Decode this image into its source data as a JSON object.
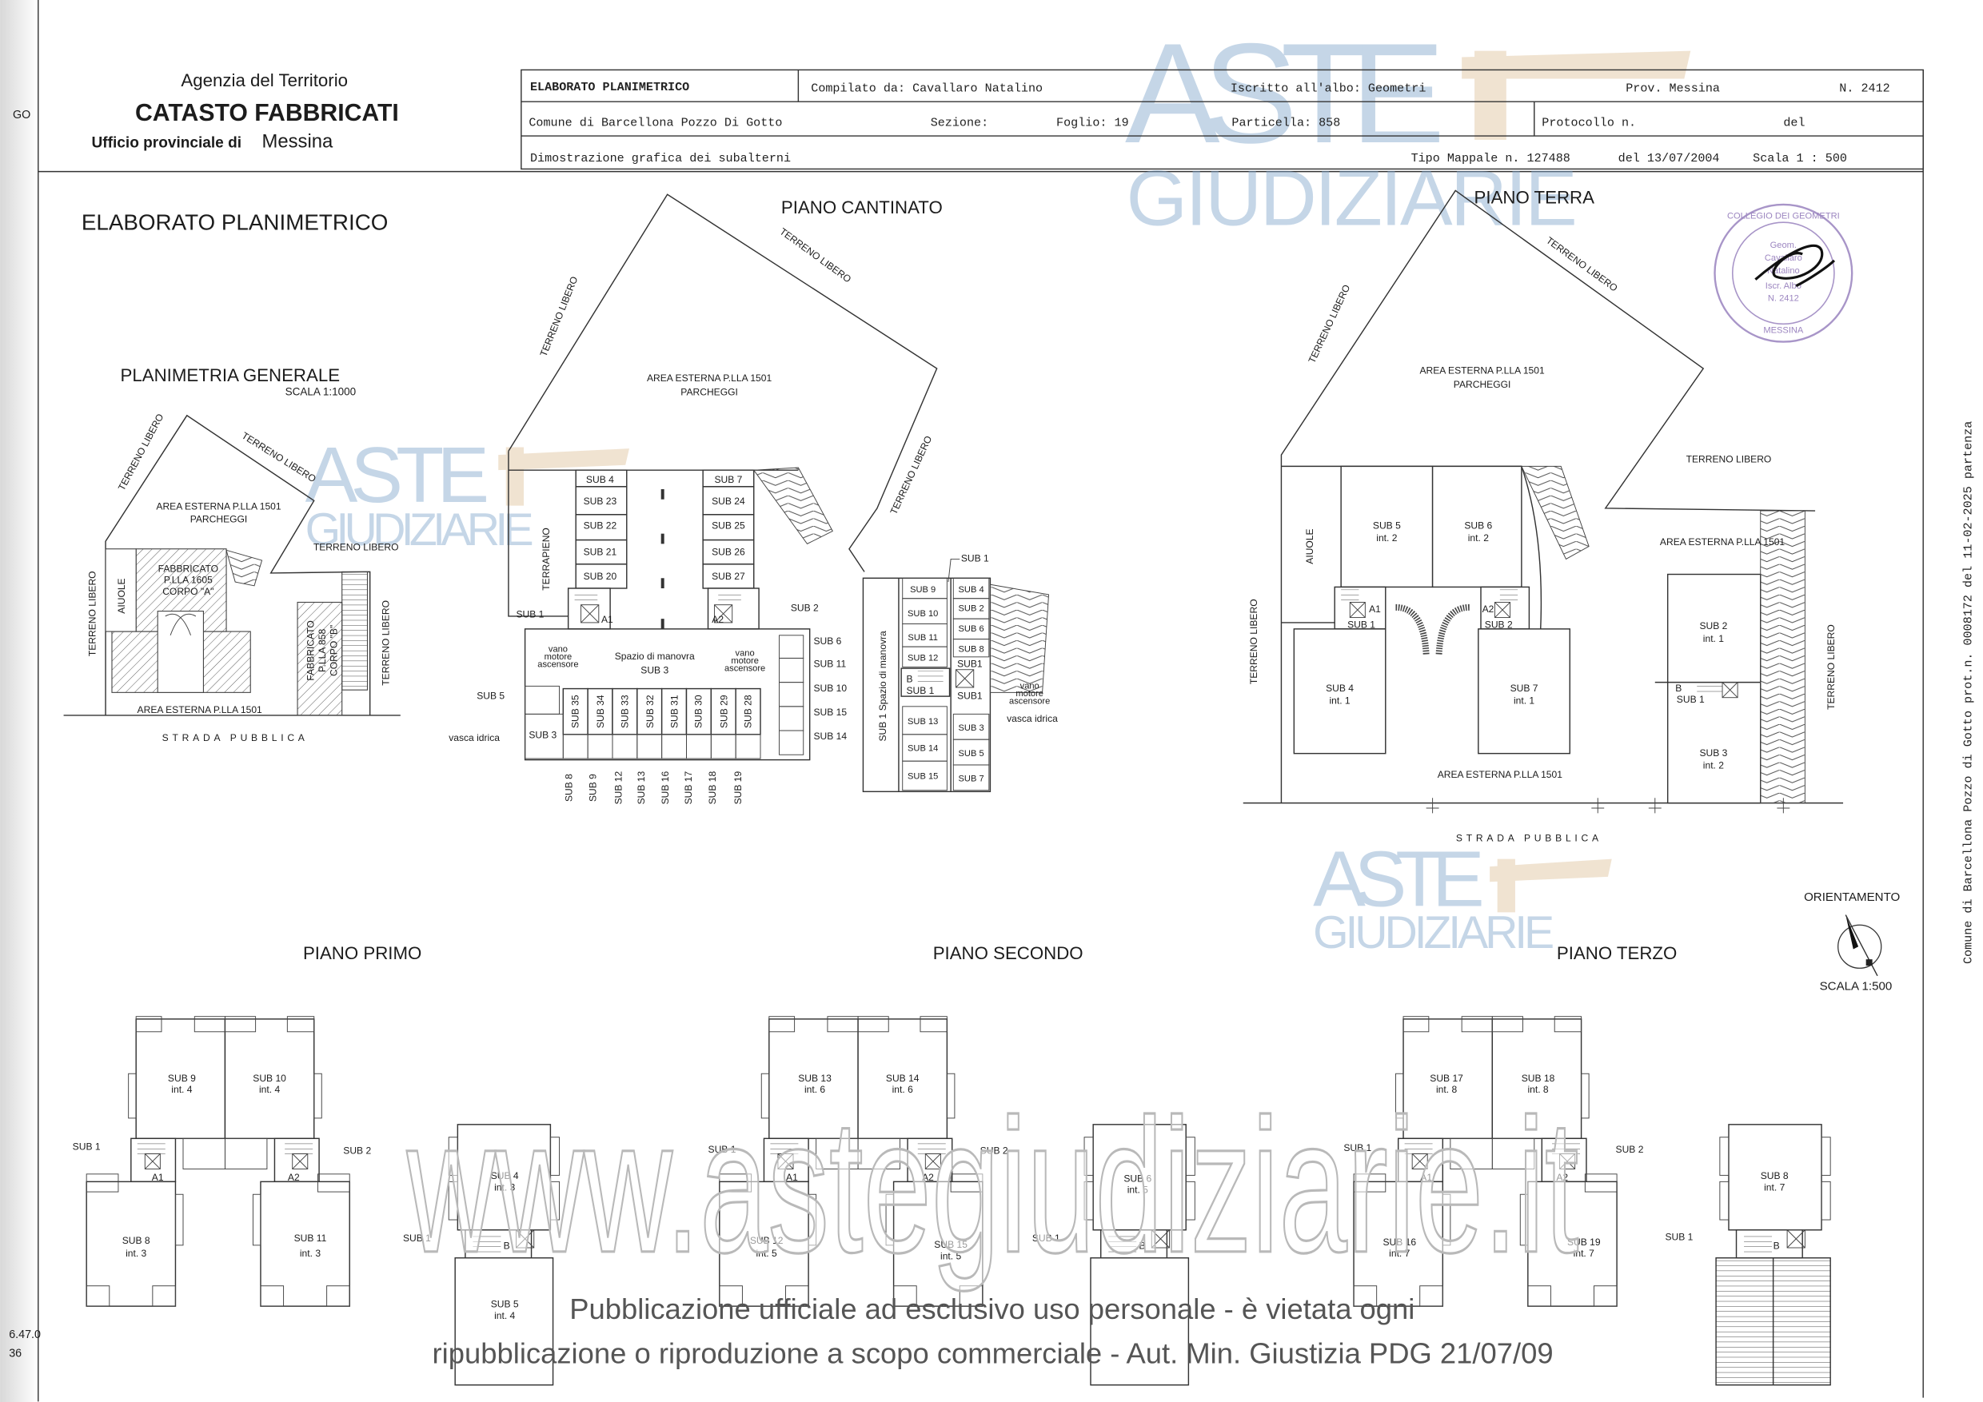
{
  "header": {
    "agency": "Agenzia del Territorio",
    "service": "CATASTO FABBRICATI",
    "office": "Ufficio provinciale di",
    "office_city": "Messina"
  },
  "info_table": {
    "title": "ELABORATO PLANIMETRICO",
    "compiled_by": "Compilato da: Cavallaro Natalino",
    "register": "Iscritto all'albo: Geometri",
    "province": "Prov. Messina",
    "number": "N.  2412",
    "comune": "Comune di Barcellona Pozzo Di Gotto",
    "sezione": "Sezione:",
    "foglio": "Foglio: 19",
    "particella": "Particella: 858",
    "protocollo": "Protocollo n.",
    "del": "del",
    "description": "Dimostrazione grafica dei subalterni",
    "tipo_mappale": "Tipo Mappale n. 127488",
    "tipo_date": "del 13/07/2004",
    "scala": "Scala 1 : 500"
  },
  "side_note": "Comune di Barcellona Pozzo di Gotto prot.n. 0008172 del 11-02-2025 partenza",
  "scan_edge": [
    "GO",
    "6.47.0",
    "36"
  ],
  "main_title": "ELABORATO PLANIMETRICO",
  "common": {
    "terreno_libero": "TERRENO LIBERO",
    "area_esterna": "AREA ESTERNA P.LLA 1501",
    "parcheggi": "PARCHEGGI",
    "strada": "STRADA PUBBLICA",
    "aiuole": "AIUOLE",
    "a1": "A1",
    "a2": "A2",
    "b": "B",
    "sub1": "SUB 1",
    "sub2": "SUB 2"
  },
  "planimetria_generale": {
    "title": "PLANIMETRIA GENERALE",
    "scale": "SCALA 1:1000",
    "corpo_a": [
      "FABBRICATO",
      "P.LLA 1605",
      "CORPO \"A\""
    ],
    "corpo_b": [
      "FABBRICATO",
      "P.LLA 858",
      "CORPO \"B\""
    ]
  },
  "piano_cantinato": {
    "title": "PIANO CANTINATO",
    "terrapieno": "TERRAPIENO",
    "left_column": [
      "SUB 4",
      "SUB 23",
      "SUB 22",
      "SUB 21",
      "SUB 20"
    ],
    "right_column": [
      "SUB 7",
      "SUB 24",
      "SUB 25",
      "SUB 26",
      "SUB 27"
    ],
    "row_boxes": [
      "SUB 35",
      "SUB 34",
      "SUB 33",
      "SUB 32",
      "SUB 31",
      "SUB 30",
      "SUB 29",
      "SUB 28"
    ],
    "bottom_labels": [
      "SUB 8",
      "SUB 9",
      "SUB 12",
      "SUB 13",
      "SUB 16",
      "SUB 17",
      "SUB 18",
      "SUB 19"
    ],
    "side_labels": [
      "SUB 6",
      "SUB 11",
      "SUB 10",
      "SUB 15",
      "SUB 14"
    ],
    "sub5": "SUB 5",
    "sub3": "SUB 3",
    "vasca": "vasca idrica",
    "vano": [
      "vano",
      "motore",
      "ascensore"
    ],
    "manovra": "Spazio di manovra",
    "manovra_sub": "SUB 3",
    "corpo_b": {
      "manovra": "SUB 1  Spazio di manovra",
      "middle": [
        "SUB 9",
        "SUB 10",
        "SUB 11",
        "SUB 12",
        "SUB 13",
        "SUB 14",
        "SUB 15"
      ],
      "right": [
        "SUB 4",
        "SUB 2",
        "SUB 6",
        "SUB 8",
        "SUB1",
        "SUB1",
        "SUB 3",
        "SUB 5",
        "SUB 7"
      ]
    }
  },
  "piano_terra": {
    "title": "PIANO TERRA",
    "units": [
      {
        "sub": "SUB 5",
        "int": "int. 2"
      },
      {
        "sub": "SUB 6",
        "int": "int. 2"
      },
      {
        "sub": "SUB 4",
        "int": "int. 1"
      },
      {
        "sub": "SUB 7",
        "int": "int. 1"
      },
      {
        "sub": "SUB 2",
        "int": "int. 1"
      },
      {
        "sub": "SUB 3",
        "int": "int. 2"
      }
    ]
  },
  "piano_primo": {
    "title": "PIANO PRIMO",
    "units": [
      {
        "sub": "SUB 9",
        "int": "int. 4"
      },
      {
        "sub": "SUB 10",
        "int": "int. 4"
      },
      {
        "sub": "SUB 8",
        "int": "int. 3"
      },
      {
        "sub": "SUB 11",
        "int": "int. 3"
      },
      {
        "sub": "SUB 4",
        "int": "int. 3"
      },
      {
        "sub": "SUB 5",
        "int": "int. 4"
      }
    ]
  },
  "piano_secondo": {
    "title": "PIANO SECONDO",
    "units": [
      {
        "sub": "SUB 13",
        "int": "int. 6"
      },
      {
        "sub": "SUB 14",
        "int": "int. 6"
      },
      {
        "sub": "SUB 12",
        "int": "int. 5"
      },
      {
        "sub": "SUB 15",
        "int": "int. 5"
      },
      {
        "sub": "SUB 6",
        "int": "int. 5"
      }
    ]
  },
  "piano_terzo": {
    "title": "PIANO TERZO",
    "units": [
      {
        "sub": "SUB 17",
        "int": "int. 8"
      },
      {
        "sub": "SUB 18",
        "int": "int. 8"
      },
      {
        "sub": "SUB 16",
        "int": "int. 7"
      },
      {
        "sub": "SUB 19",
        "int": "int. 7"
      },
      {
        "sub": "SUB 8",
        "int": "int. 7"
      }
    ]
  },
  "orientamento": {
    "label": "ORIENTAMENTO",
    "scale": "SCALA 1:500"
  },
  "stamp": {
    "ring": "COLLEGIO DEI GEOMETRI",
    "lines": [
      "Geom.",
      "Cavallaro",
      "Natalino",
      "Iscr. Albo",
      "N. 2412"
    ],
    "city": "MESSINA"
  },
  "watermarks": {
    "brand_top": "ASTE",
    "brand_bottom": "GIUDIZIARIE",
    "url": "www.astegiudiziarie.it",
    "notice_line1": "Pubblicazione ufficiale ad esclusivo uso personale - è vietata ogni",
    "notice_line2": "ripubblicazione o riproduzione a scopo commerciale - Aut. Min. Giustizia PDG 21/07/09"
  }
}
